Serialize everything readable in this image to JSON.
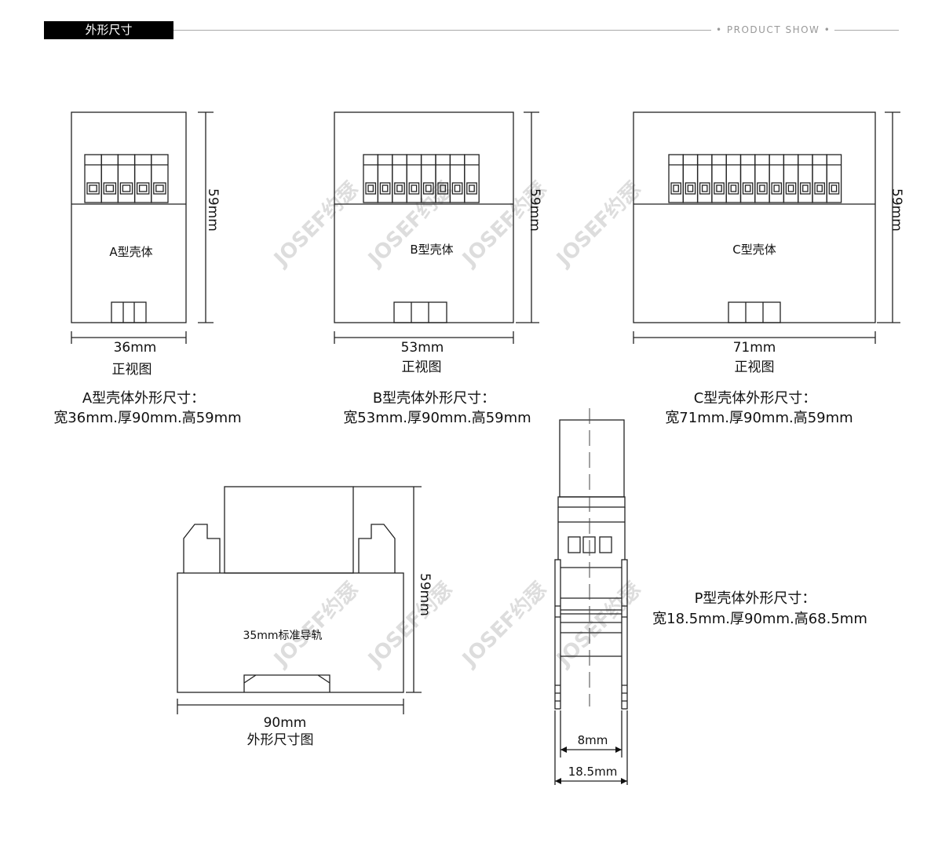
{
  "header": {
    "title": "外形尺寸",
    "subtitle": "• PRODUCT SHOW •"
  },
  "watermark": "JOSEF约瑟",
  "views": {
    "a": {
      "shell": "A型壳体",
      "height": "59mm",
      "width": "36mm",
      "view": "正视图",
      "caption1": "A型壳体外形尺寸：",
      "caption2": "宽36mm.厚90mm.高59mm"
    },
    "b": {
      "shell": "B型壳体",
      "height": "59mm",
      "width": "53mm",
      "view": "正视图",
      "caption1": "B型壳体外形尺寸：",
      "caption2": "宽53mm.厚90mm.高59mm"
    },
    "c": {
      "shell": "C型壳体",
      "height": "59mm",
      "width": "71mm",
      "view": "正视图",
      "caption1": "C型壳体外形尺寸：",
      "caption2": "宽71mm.厚90mm.高59mm"
    },
    "side": {
      "rail": "35mm标准导轨",
      "height": "59mm",
      "width": "90mm",
      "view": "外形尺寸图"
    },
    "p": {
      "inner": "8mm",
      "outer": "18.5mm",
      "caption1": "P型壳体外形尺寸：",
      "caption2": "宽18.5mm.厚90mm.高68.5mm"
    }
  }
}
